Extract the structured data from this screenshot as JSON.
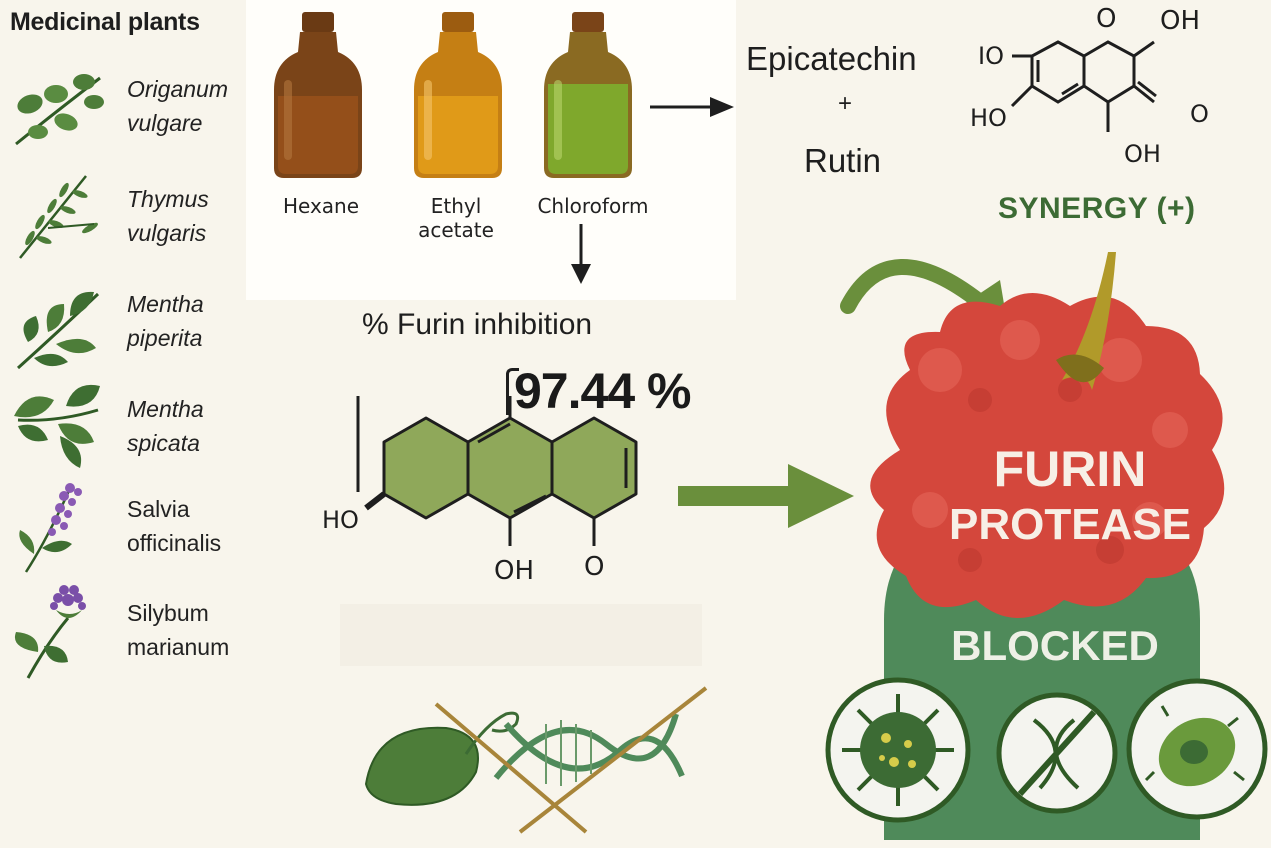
{
  "panel_title": "Medicinal plants",
  "plants": [
    {
      "line1": "Origanum",
      "line2": "vulgare",
      "italic": true,
      "icon": "oregano-sprig-icon"
    },
    {
      "line1": "Thymus",
      "line2": "vulgaris",
      "italic": true,
      "icon": "thyme-sprig-icon"
    },
    {
      "line1": "Mentha",
      "line2": "piperita",
      "italic": true,
      "icon": "peppermint-sprig-icon"
    },
    {
      "line1": "Mentha",
      "line2": "spicata",
      "italic": true,
      "icon": "spearmint-sprig-icon"
    },
    {
      "line1": "Salvia",
      "line2": "officinalis",
      "italic": false,
      "icon": "sage-flower-icon"
    },
    {
      "line1": "Silybum",
      "line2": "marianum",
      "italic": false,
      "icon": "milk-thistle-icon"
    }
  ],
  "solvents": {
    "hexane": "Hexane",
    "ethyl_line1": "Ethyl",
    "ethyl_line2": "acetate",
    "chloroform": "Chloroform"
  },
  "compounds": {
    "epicatechin": "Epicatechin",
    "plus": "+",
    "rutin": "Rutin"
  },
  "flavonoid_labels": {
    "ring_o": "O",
    "oh_top": "OH",
    "io": "IO",
    "ho": "HO",
    "ketone_o": "O",
    "oh_bottom": "OH"
  },
  "synergy": "SYNERGY (+)",
  "furin_inhibition_label": "% Furin inhibition",
  "inhibition_value": "97.44 %",
  "anthraquinone_labels": {
    "ho": "HO",
    "oh": "OH",
    "o": "O"
  },
  "enzyme": {
    "line1": "FURIN",
    "line2": "PROTEASE",
    "status": "BLOCKED"
  },
  "colors": {
    "bottle_brown": "#7a4418",
    "bottle_amber": "#cf8a17",
    "bottle_green": "#7aa42a",
    "synergy_green": "#3c6b34",
    "furin_red": "#d4473c",
    "blocked_green": "#4f8a5a",
    "molecule_green": "#8fa85a",
    "arrow_green": "#6a8f3c"
  },
  "pathogen_icons": [
    "virus-icon",
    "crossed-dna-icon",
    "bacterium-icon"
  ]
}
